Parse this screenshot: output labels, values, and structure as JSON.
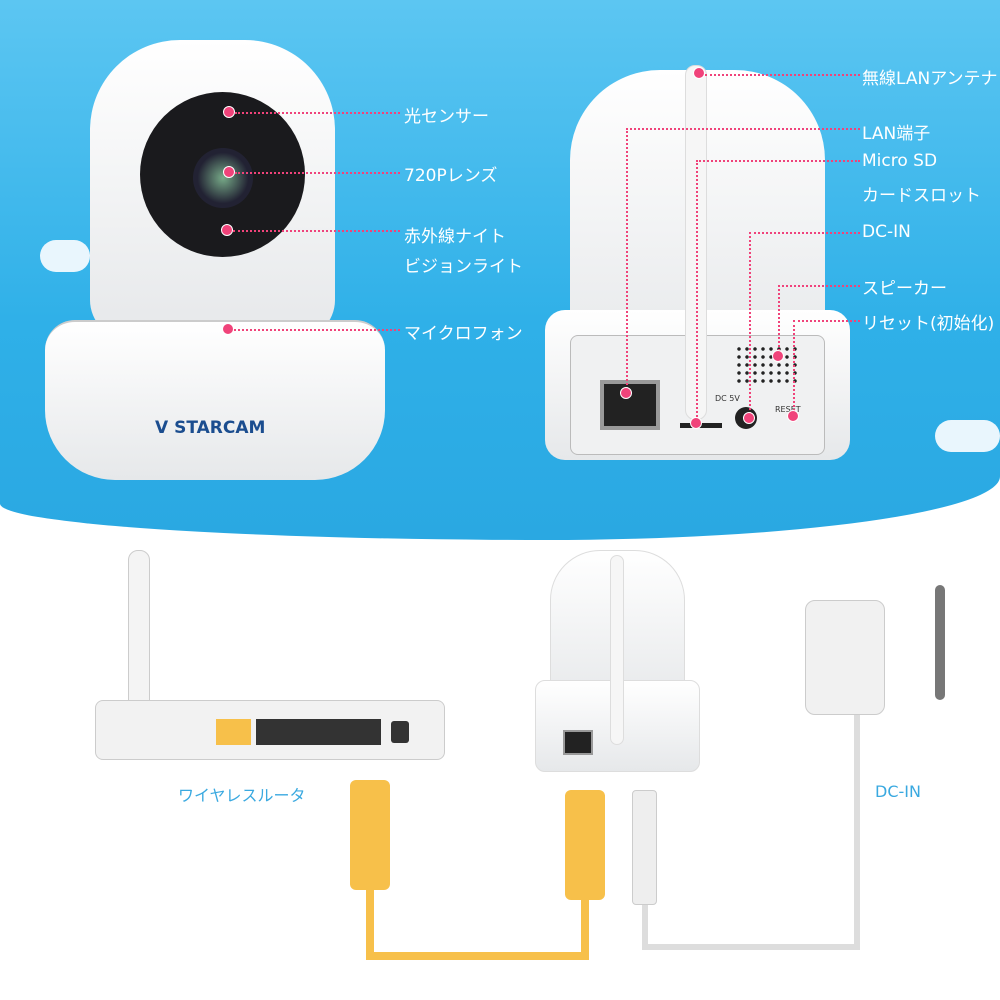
{
  "front_labels": [
    "光センサー",
    "720Pレンズ",
    "赤外線ナイト",
    "ビジョンライト",
    "マイクロフォン"
  ],
  "back_labels": [
    "無線LANアンテナ",
    "LAN端子",
    "Micro SD",
    "カードスロット",
    "DC-IN",
    "スピーカー",
    "リセット(初始化)"
  ],
  "brand": "STARCAM",
  "panel": {
    "dc": "DC 5V",
    "reset": "RESET"
  },
  "bottom": {
    "router_label": "ワイヤレスルータ",
    "dc_label": "DC-IN"
  },
  "colors": {
    "sky": "#2fb0e8",
    "accent": "#f0437a",
    "cable": "#f7c04a",
    "label_blue": "#3aa9e0"
  }
}
